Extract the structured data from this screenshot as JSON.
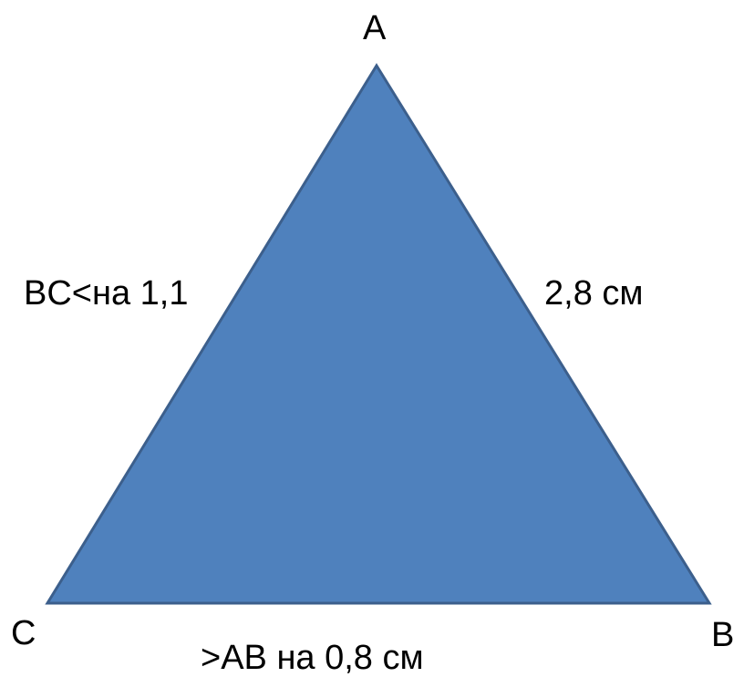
{
  "diagram": {
    "vertices": {
      "a": "A",
      "b": "B",
      "c": "C"
    },
    "side_labels": {
      "ab": "2,8 см",
      "ac": "BC<на 1,1",
      "bc": ">AB на 0,8 см"
    },
    "colors": {
      "fill": "#4f81bd",
      "stroke": "#3c5f8c",
      "text": "#000000"
    }
  }
}
